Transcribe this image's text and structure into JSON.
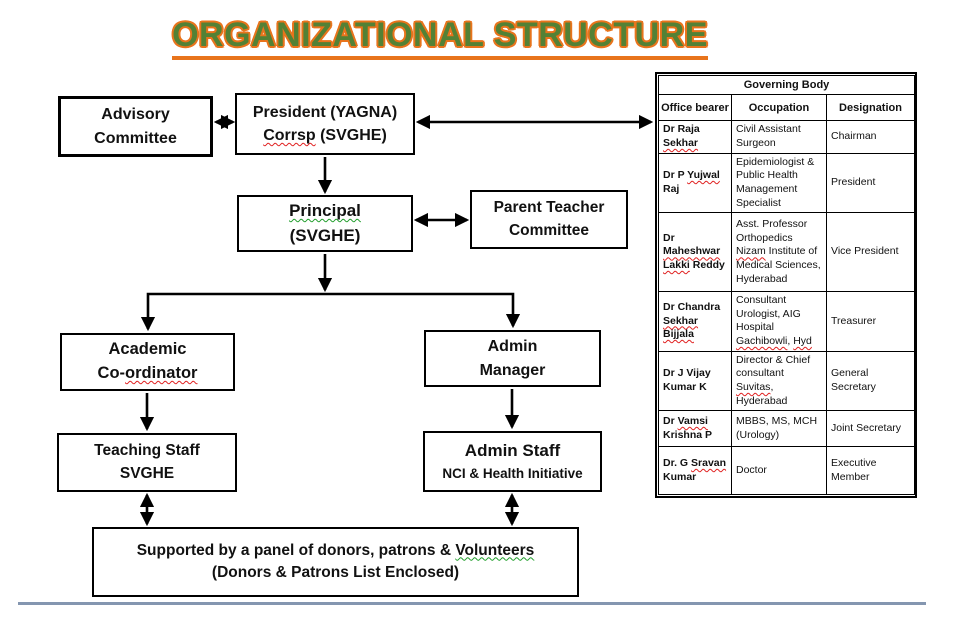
{
  "title": {
    "text": "ORGANIZATIONAL STRUCTURE"
  },
  "colors": {
    "title_green": "#538135",
    "title_orange": "#e8741c",
    "divider_blue": "#8496b0",
    "squiggle_red": "#e02020",
    "squiggle_green": "#1f9d2a"
  },
  "diagram": {
    "boxes": {
      "advisory": {
        "lines": [
          [
            {
              "t": "Advisory"
            }
          ],
          [
            {
              "t": "Committee"
            }
          ]
        ]
      },
      "president": {
        "lines": [
          [
            {
              "t": "President (YAGNA)"
            }
          ],
          [
            {
              "t": "Corrsp",
              "s": "red"
            },
            {
              "t": " (SVGHE)"
            }
          ]
        ]
      },
      "principal": {
        "lines": [
          [
            {
              "t": "Principal",
              "s": "green"
            }
          ],
          [
            {
              "t": "(SVGHE)"
            }
          ]
        ]
      },
      "parent_teacher": {
        "lines": [
          [
            {
              "t": "Parent Teacher"
            }
          ],
          [
            {
              "t": "Committee"
            }
          ]
        ]
      },
      "academic": {
        "lines": [
          [
            {
              "t": "Academic"
            }
          ],
          [
            {
              "t": "Co-"
            },
            {
              "t": "ordinator",
              "s": "red"
            }
          ]
        ]
      },
      "admin_manager": {
        "lines": [
          [
            {
              "t": "Admin"
            }
          ],
          [
            {
              "t": "Manager"
            }
          ]
        ]
      },
      "teaching_staff": {
        "lines": [
          [
            {
              "t": "Teaching Staff"
            }
          ],
          [
            {
              "t": "SVGHE"
            }
          ]
        ]
      },
      "admin_staff": {
        "lines": [
          [
            {
              "t": "Admin Staff"
            }
          ],
          [
            {
              "t": "NCI & Health Initiative"
            }
          ]
        ]
      },
      "supported": {
        "lines": [
          [
            {
              "t": "Supported by a panel of donors, patrons & "
            },
            {
              "t": "Volunteers",
              "s": "green"
            }
          ],
          [
            {
              "t": "(Donors & Patrons List Enclosed)"
            }
          ]
        ]
      }
    }
  },
  "table": {
    "title": "Governing Body",
    "headers": [
      "Office bearer",
      "Occupation",
      "Designation"
    ],
    "rows": [
      {
        "office": [
          {
            "t": "Dr Raja "
          },
          {
            "t": "Sekhar",
            "s": "red"
          }
        ],
        "occupation": [
          {
            "t": "Civil Assistant Surgeon"
          }
        ],
        "designation": [
          {
            "t": "Chairman"
          }
        ]
      },
      {
        "office": [
          {
            "t": "Dr P "
          },
          {
            "t": "Yujwal",
            "s": "red"
          },
          {
            "t": " Raj"
          }
        ],
        "occupation": [
          {
            "t": "Epidemiologist & Public Health Management Specialist"
          }
        ],
        "designation": [
          {
            "t": "President"
          }
        ]
      },
      {
        "office": [
          {
            "t": "Dr "
          },
          {
            "t": "Maheshwar",
            "s": "red"
          },
          {
            "t": " "
          },
          {
            "t": "Lakki",
            "s": "red"
          },
          {
            "t": " Reddy"
          }
        ],
        "occupation": [
          {
            "t": "Asst. Professor Orthopedics "
          },
          {
            "t": "Nizam",
            "s": "red"
          },
          {
            "t": " Institute of Medical Sciences, Hyderabad"
          }
        ],
        "designation": [
          {
            "t": "Vice President"
          }
        ]
      },
      {
        "office": [
          {
            "t": "Dr Chandra "
          },
          {
            "t": "Sekhar",
            "s": "red"
          },
          {
            "t": " "
          },
          {
            "t": "Bijjala",
            "s": "red"
          }
        ],
        "occupation": [
          {
            "t": "Consultant Urologist, AIG Hospital "
          },
          {
            "t": "Gachibowli",
            "s": "red"
          },
          {
            "t": ", "
          },
          {
            "t": "Hyd",
            "s": "red"
          }
        ],
        "designation": [
          {
            "t": "Treasurer"
          }
        ]
      },
      {
        "office": [
          {
            "t": "Dr J Vijay Kumar K"
          }
        ],
        "occupation": [
          {
            "t": "Director & Chief consultant "
          },
          {
            "t": "Suvitas",
            "s": "red"
          },
          {
            "t": ", Hyderabad"
          }
        ],
        "designation": [
          {
            "t": "General Secretary"
          }
        ]
      },
      {
        "office": [
          {
            "t": "Dr "
          },
          {
            "t": "Vamsi",
            "s": "red"
          },
          {
            "t": " Krishna P"
          }
        ],
        "occupation": [
          {
            "t": "MBBS, MS, MCH (Urology)"
          }
        ],
        "designation": [
          {
            "t": "Joint Secretary"
          }
        ]
      },
      {
        "office": [
          {
            "t": "Dr. G "
          },
          {
            "t": "Sravan",
            "s": "red"
          },
          {
            "t": " Kumar"
          }
        ],
        "occupation": [
          {
            "t": "Doctor"
          }
        ],
        "designation": [
          {
            "t": "Executive Member"
          }
        ]
      }
    ]
  }
}
